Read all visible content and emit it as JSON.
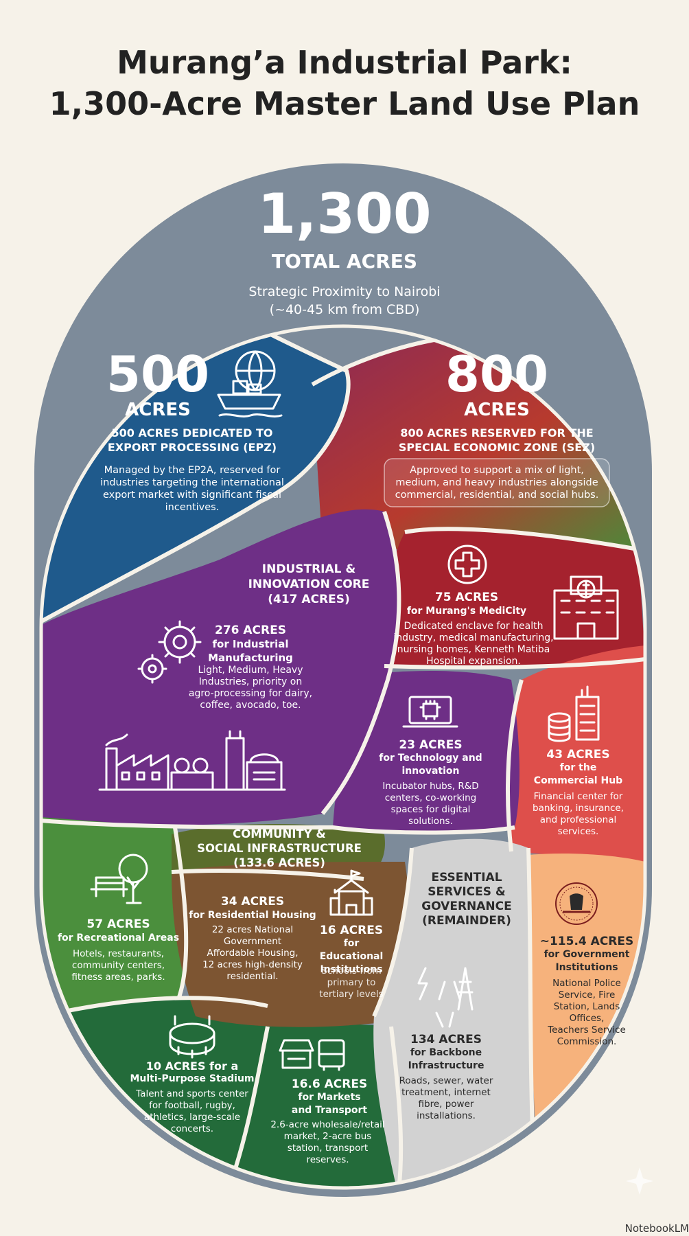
{
  "title": {
    "line1": "Murang’a Industrial Park:",
    "line2": "1,300-Acre Master Land Use Plan"
  },
  "total": {
    "value": "1,300",
    "label": "TOTAL ACRES",
    "proximity_1": "Strategic Proximity to Nairobi",
    "proximity_2": "(~40-45 km from CBD)"
  },
  "epz": {
    "value": "500",
    "unit": "ACRES",
    "heading": [
      "500 ACRES DEDICATED TO",
      "EXPORT PROCESSING (EPZ)"
    ],
    "body": [
      "Managed by the EP2A, reserved for",
      "industries targeting the international",
      "export market with significant fiscal",
      "incentives."
    ]
  },
  "sez": {
    "value": "800",
    "unit": "ACRES",
    "heading": [
      "800 ACRES RESERVED FOR THE",
      "SPECIAL ECONOMIC ZONE (SEZ)"
    ],
    "body": [
      "Approved to support a mix of light,",
      "medium, and heavy industries alongside",
      "commercial, residential, and social hubs."
    ]
  },
  "industrial_core": {
    "heading": [
      "INDUSTRIAL &",
      "INNOVATION CORE",
      "(417 ACRES)"
    ],
    "manufacturing": {
      "heading": [
        "276 ACRES",
        "for Industrial",
        "Manufacturing"
      ],
      "body": [
        "Light, Medium, Heavy",
        "Industries, priority on",
        "agro-processing for dairy,",
        "coffee, avocado, toe."
      ]
    }
  },
  "medicity": {
    "heading": [
      "75 ACRES",
      "for Murang's MediCity"
    ],
    "body": [
      "Dedicated enclave for health",
      "industry, medical manufacturing,",
      "nursing homes, Kenneth Matiba",
      "Hospital expansion."
    ]
  },
  "technology": {
    "heading": [
      "23 ACRES",
      "for Technology and",
      "innovation"
    ],
    "body": [
      "Incubator hubs, R&D",
      "centers, co-working",
      "spaces for digital",
      "solutions."
    ]
  },
  "commercial": {
    "heading": [
      "43 ACRES",
      "for the",
      "Commercial Hub"
    ],
    "body": [
      "Financial center for",
      "banking, insurance,",
      "and professional",
      "services."
    ]
  },
  "community": {
    "heading": [
      "COMMUNITY &",
      "SOCIAL INFRASTRUCTURE",
      "(133.6 ACRES)"
    ]
  },
  "recreation": {
    "heading": [
      "57 ACRES",
      "for Recreational Areas"
    ],
    "body": [
      "Hotels, restaurants,",
      "community centers,",
      "fitness areas, parks."
    ]
  },
  "housing": {
    "heading": [
      "34 ACRES",
      "for Residential Housing"
    ],
    "body": [
      "22 acres National",
      "Government",
      "Affordable Housing,",
      "12 acres high-density",
      "residential."
    ]
  },
  "education": {
    "heading": [
      "16 ACRES",
      "for Educational",
      "Institutions"
    ],
    "body": [
      "Schools from",
      "primary to",
      "tertiary levels"
    ]
  },
  "essential": {
    "heading": [
      "ESSENTIAL",
      "SERVICES &",
      "GOVERNANCE",
      "(REMAINDER)"
    ]
  },
  "government": {
    "heading": [
      "~115.4 ACRES",
      "for Government",
      "Institutions"
    ],
    "body": [
      "National Police",
      "Service, Fire",
      "Station, Lands",
      "Offices,",
      "Teachers Service",
      "Commission."
    ]
  },
  "stadium": {
    "heading": [
      "10 ACRES for a",
      "Multi-Purpose Stadium"
    ],
    "body": [
      "Talent and sports center",
      "for football, rugby,",
      "athletics, large-scale",
      "concerts."
    ]
  },
  "markets": {
    "heading": [
      "16.6 ACRES",
      "for Markets",
      "and Transport"
    ],
    "body": [
      "2.6-acre wholesale/retail",
      "market, 2-acre bus",
      "station, transport",
      "reserves."
    ]
  },
  "infrastructure": {
    "heading": [
      "134 ACRES",
      "for Backbone",
      "Infrastructure"
    ],
    "body": [
      "Roads, sewer, water",
      "treatment, internet",
      "fibre, power",
      "installations."
    ]
  },
  "watermark": "NotebookLM",
  "colors": {
    "outer": "#7d8b9a",
    "epz": "#1f5a8c",
    "purple": "#6e2f86",
    "red": "#a5222e",
    "coral": "#de4f4b",
    "green": "#4b8f3d",
    "dark_green": "#236b3a",
    "olive": "#5a6d2c",
    "brown": "#7d5532",
    "gray": "#d2d2d2",
    "peach": "#f6b27c"
  }
}
